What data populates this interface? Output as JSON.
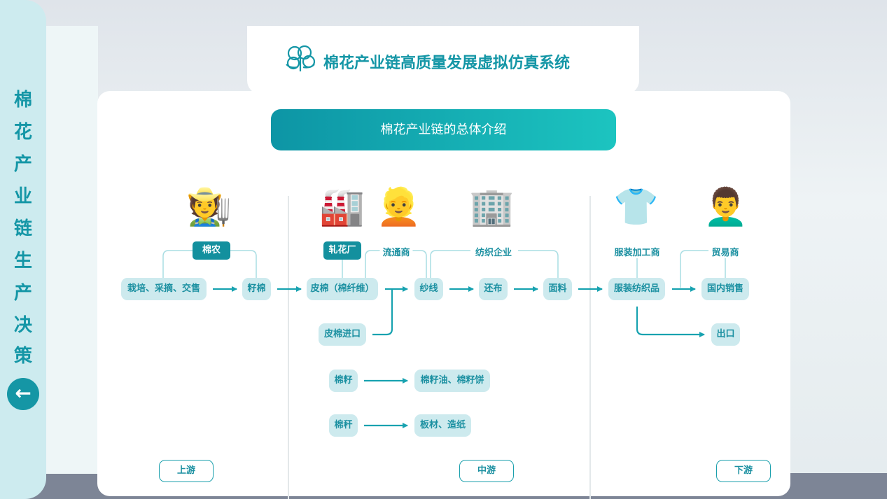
{
  "sidebar": {
    "title_chars": [
      "棉",
      "花",
      "产",
      "业",
      "链",
      "生",
      "产",
      "决",
      "策"
    ],
    "back_icon": "arrow-left-icon"
  },
  "header": {
    "title": "棉花产业链高质量发展虚拟仿真系统",
    "logo_icon": "cotton-flower-icon"
  },
  "banner": {
    "title": "棉花产业链的总体介绍"
  },
  "actors": {
    "farmer": "棉农",
    "gin": "轧花厂",
    "dealer": "流通商",
    "textile": "纺织企业",
    "garment": "服装加工商",
    "trader": "贸易商"
  },
  "nodes": {
    "cultivate": "栽培、采摘、交售",
    "seed_cotton": "籽棉",
    "lint": "皮棉（棉纤维）",
    "yarn": "纱线",
    "greige": "还布",
    "fabric": "面料",
    "apparel": "服装纺织品",
    "domestic": "国内销售",
    "export": "出口",
    "lint_import": "皮棉进口",
    "cottonseed": "棉籽",
    "seed_products": "棉籽油、棉籽饼",
    "stalk": "棉秆",
    "stalk_products": "板材、造纸"
  },
  "stages": {
    "up": "上游",
    "mid": "中游",
    "down": "下游"
  },
  "icons": [
    "farmer-emoji",
    "factory-emoji",
    "person-emoji",
    "office-building-emoji",
    "shirt-emoji",
    "man-emoji"
  ],
  "colors": {
    "accent": "#1496a6",
    "node_bg": "#cdeaee",
    "dark_label": "#13909e"
  }
}
